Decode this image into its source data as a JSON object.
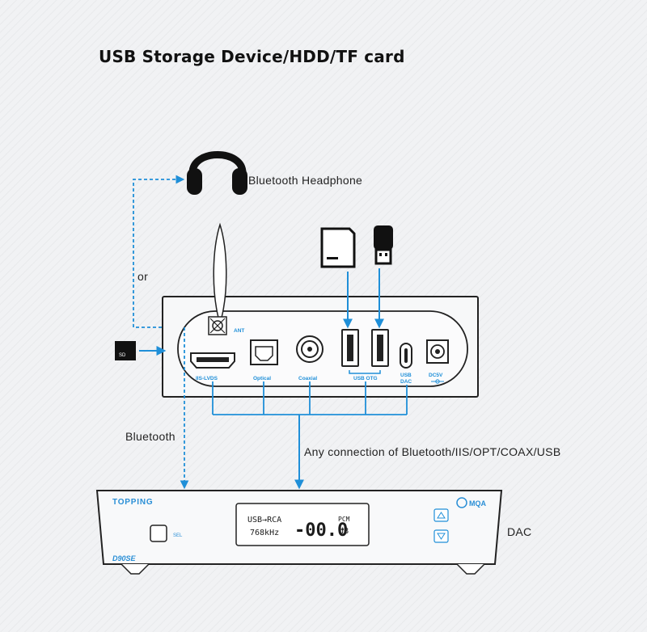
{
  "title": "USB Storage Device/HDD/TF card",
  "labels": {
    "bluetooth_headphone": "Bluetooth Headphone",
    "or": "or",
    "bluetooth": "Bluetooth",
    "any_connection": "Any connection of Bluetooth/IIS/OPT/COAX/USB",
    "dac": "DAC"
  },
  "source_device": {
    "antenna_label": "ANT",
    "ports": {
      "iis": "IIS-LVDS",
      "optical": "Optical",
      "coaxial": "Coaxial",
      "usb_otg": "USB OTG",
      "usb_dac_1": "USB",
      "usb_dac_2": "DAC",
      "dc": "DC5V"
    },
    "tf_card_label": "SD"
  },
  "dac_device": {
    "brand": "TOPPING",
    "model": "D90SE",
    "mqa": "MQA",
    "button_label": "SEL",
    "display": {
      "route": "USB→RCA",
      "rate": "768kHz",
      "volume": "-00.0",
      "format": "PCM",
      "unit": "dB"
    }
  },
  "colors": {
    "accent": "#1f8fd8",
    "line": "#222222",
    "device_fill": "#f7f8f9"
  }
}
